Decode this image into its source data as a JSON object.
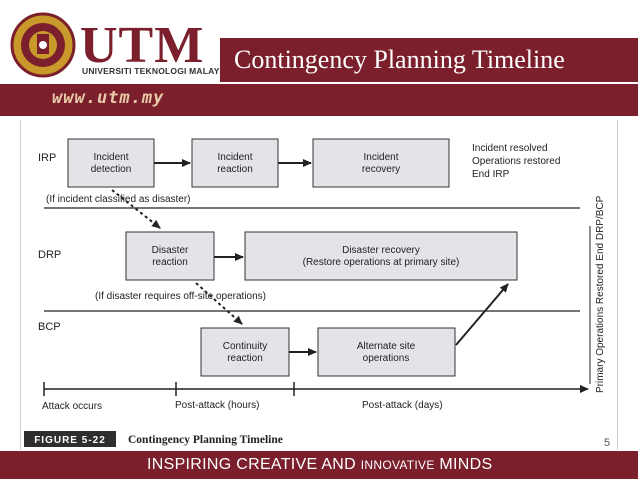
{
  "header": {
    "logo_text": "UTM",
    "logo_sub": "UNIVERSITI TEKNOLOGI MALAYSIA",
    "title": "Contingency Planning Timeline",
    "website": "www.utm.my"
  },
  "diagram": {
    "rows": {
      "irp": "IRP",
      "drp": "DRP",
      "bcp": "BCP"
    },
    "boxes": {
      "incident_detection": [
        "Incident",
        "detection"
      ],
      "incident_reaction": [
        "Incident",
        "reaction"
      ],
      "incident_recovery": [
        "Incident",
        "recovery"
      ],
      "disaster_reaction": [
        "Disaster",
        "reaction"
      ],
      "disaster_recovery": [
        "Disaster recovery",
        "(Restore operations at primary site)"
      ],
      "continuity_reaction": [
        "Continuity",
        "reaction"
      ],
      "alternate_site": [
        "Alternate site",
        "operations"
      ]
    },
    "irp_end_note": [
      "Incident resolved",
      "Operations restored",
      "End IRP"
    ],
    "conditions": {
      "to_disaster": "(If incident classified as disaster)",
      "to_offsite": "(If disaster requires off-site operations)"
    },
    "timeline": {
      "start": "Attack occurs",
      "hours": "Post-attack (hours)",
      "days": "Post-attack (days)"
    },
    "vertical_label": "Primary Operations Restored End DRP/BCP",
    "figure_label": "FIGURE 5-22",
    "figure_caption": "Contingency Planning Timeline"
  },
  "footer": {
    "text_a": "INSPIRING CREATIVE AND ",
    "text_b": "INNOVATIVE",
    "text_c": " MINDS",
    "page_number": "5"
  }
}
